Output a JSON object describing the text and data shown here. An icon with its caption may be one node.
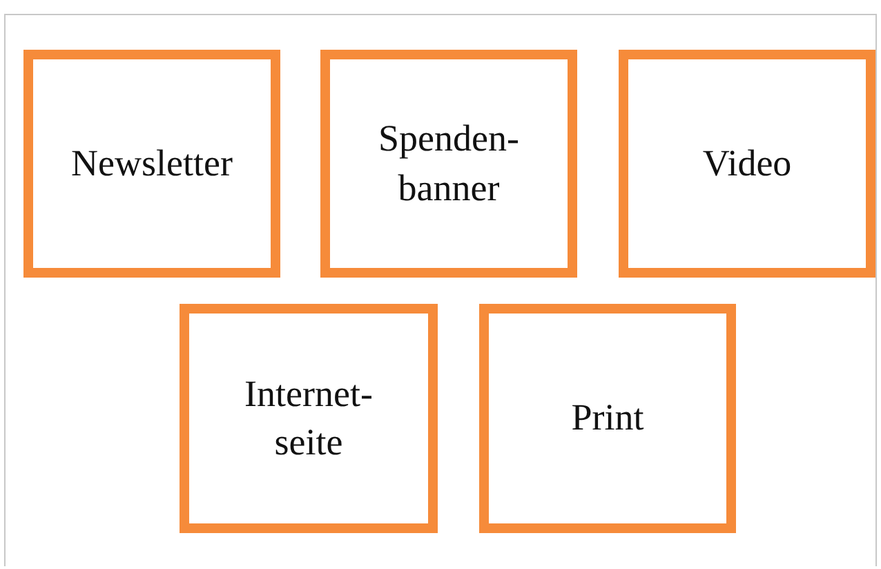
{
  "diagram": {
    "nodes": [
      {
        "text": [
          "Newsletter"
        ]
      },
      {
        "text": [
          "Spenden- banner"
        ]
      },
      {
        "text": [
          "Video"
        ]
      },
      {
        "text": [
          "Internet- seite"
        ]
      },
      {
        "text": [
          "Print"
        ]
      }
    ]
  }
}
